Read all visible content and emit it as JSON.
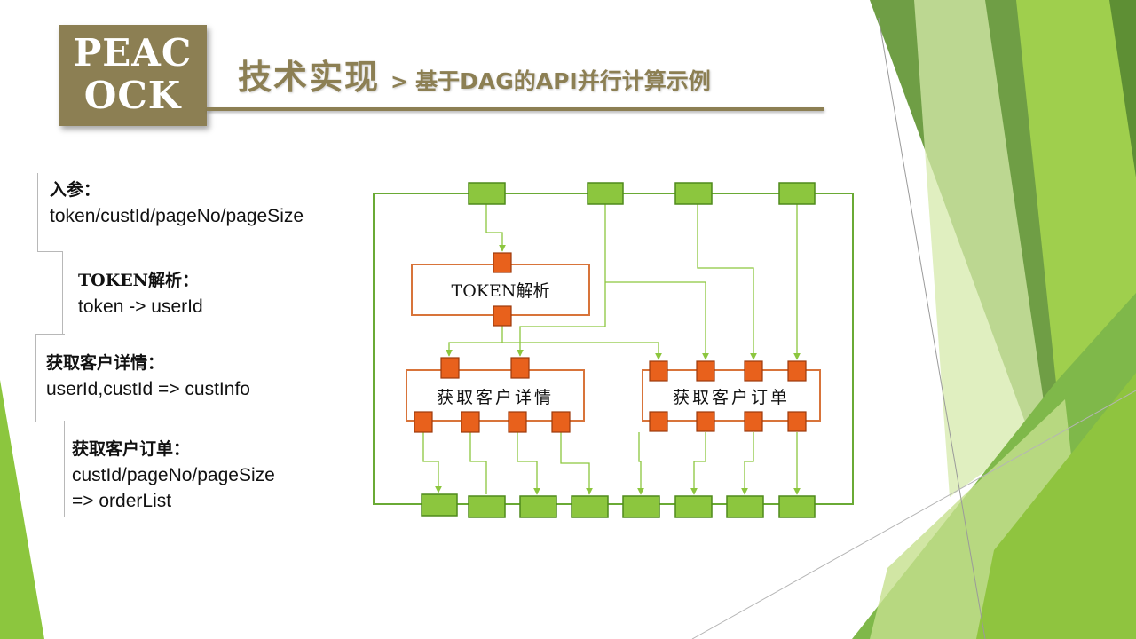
{
  "logo": {
    "line1": "PEAC",
    "line2": "OCK"
  },
  "title": {
    "main": "技术实现",
    "separator": ">",
    "sub": "基于DAG的API并行计算示例"
  },
  "left_panel": {
    "items": [
      {
        "heading": "入参：",
        "lines": [
          "token/custId/pageNo/pageSize"
        ]
      },
      {
        "heading": "TOKEN解析：",
        "lines": [
          "token -> userId"
        ]
      },
      {
        "heading": "获取客户详情：",
        "lines": [
          "userId,custId => custInfo"
        ]
      },
      {
        "heading": "获取客户订单：",
        "lines": [
          "custId/pageNo/pageSize",
          "=> orderList"
        ]
      }
    ]
  },
  "diagram": {
    "nodes": {
      "token_parse": "TOKEN解析",
      "customer_detail": "获取客户详情",
      "customer_orders": "获取客户订单"
    },
    "colors": {
      "port_green": "#8cc63e",
      "port_green_border": "#4f8a1c",
      "port_orange": "#e8611c",
      "port_orange_border": "#9c3a0c",
      "box_border": "#d8743a",
      "frame": "#6aaa35",
      "wire": "#8cc63e"
    }
  }
}
